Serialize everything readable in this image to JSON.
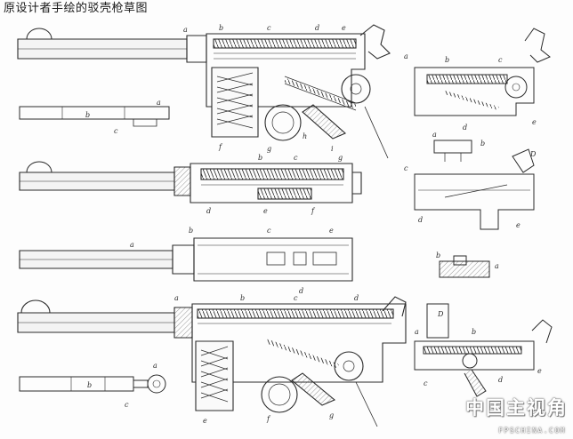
{
  "title": "原设计者手绘的驳壳枪草图",
  "watermark": {
    "chinese": "中国主视角",
    "site": "FPSCHINA.COM"
  },
  "colors": {
    "ink": "#2a2a2a",
    "paper": "#fdfdfd",
    "hatch": "#555555"
  },
  "figures": [
    {
      "name": "figure-side-section-top",
      "kind": "full pistol sectional view"
    },
    {
      "name": "figure-side-section-middle",
      "kind": "barrel and bolt section"
    },
    {
      "name": "figure-top-view",
      "kind": "receiver top view"
    },
    {
      "name": "figure-side-section-bottom",
      "kind": "full pistol sectional view"
    },
    {
      "name": "figure-lock-mechanism",
      "kind": "lock detail"
    },
    {
      "name": "figure-trigger-group",
      "kind": "trigger detail"
    },
    {
      "name": "figure-small-part",
      "kind": "block detail"
    }
  ]
}
